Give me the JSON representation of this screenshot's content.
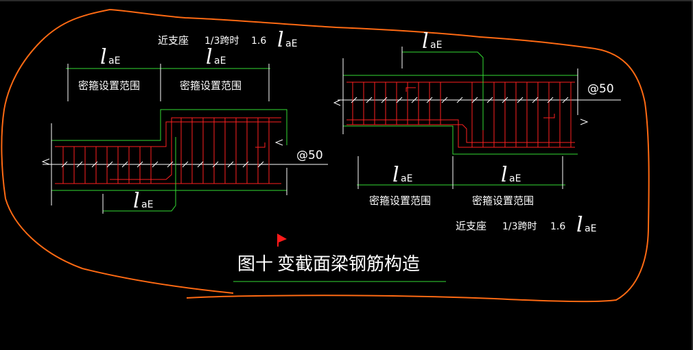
{
  "colors": {
    "background": "#000000",
    "outline": "#ff6a13",
    "rebar": "#ff2020",
    "dimension": "#33dd33",
    "section": "#ffffff",
    "text": "#ffffff",
    "flag": "#ff1a1a"
  },
  "left_beam": {
    "note_prefix": "近支座",
    "note_fraction": "1/3跨时",
    "note_factor": "1.6",
    "la_top_1_l": "l",
    "la_top_1_sub": "aE",
    "la_top_2_l": "l",
    "la_top_2_sub": "aE",
    "range_label_1": "密箍设置范围",
    "range_label_2": "密箍设置范围",
    "spacing": "@50",
    "la_bottom_l": "l",
    "la_bottom_sub": "aE"
  },
  "right_beam": {
    "la_top_l": "l",
    "la_top_sub": "aE",
    "spacing": "@50",
    "la_bottom_1_l": "l",
    "la_bottom_1_sub": "aE",
    "la_bottom_2_l": "l",
    "la_bottom_2_sub": "aE",
    "range_label_1": "密箍设置范围",
    "range_label_2": "密箍设置范围",
    "note_prefix": "近支座",
    "note_fraction": "1/3跨时",
    "note_factor": "1.6",
    "note_l": "l",
    "note_sub": "aE"
  },
  "figure": {
    "number": "图十",
    "title": "变截面梁钢筋构造"
  }
}
